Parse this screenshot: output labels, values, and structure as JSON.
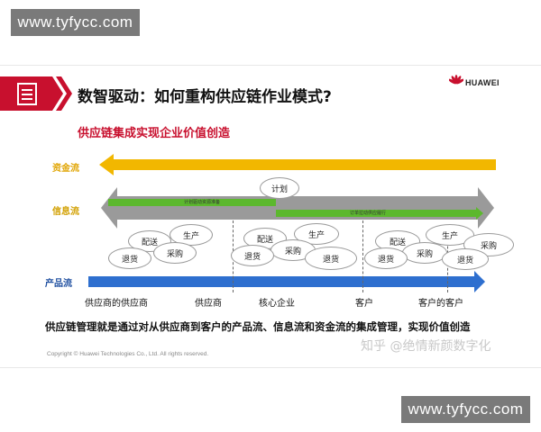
{
  "watermark": {
    "top": "www.tyfycc.com",
    "bottom": "www.tyfycc.com"
  },
  "slide": {
    "title": "数智驱动：如何重构供应链作业模式?",
    "subtitle": "供应链集成实现企业价值创造",
    "brand": "HUAWEI",
    "flows": {
      "capital": "资金流",
      "info": "信息流",
      "product": "产品流"
    },
    "info_bar_labels": {
      "left": "计划驱动资源准备",
      "right": "订单拉动供应履行"
    },
    "plan_bubble": "计划",
    "clusters": [
      {
        "delivery": "配送",
        "production": "生产",
        "purchase": "采购",
        "returns": "退货"
      },
      {
        "delivery": "配送",
        "production": "生产",
        "purchase": "采购",
        "returns": "退货"
      },
      {
        "delivery": "配送",
        "production": "生产",
        "purchase": "采购",
        "returns": "退货"
      }
    ],
    "extra_bubbles": {
      "purchase": "采购",
      "returns": "退货"
    },
    "entities": [
      "供应商的供应商",
      "供应商",
      "核心企业",
      "客户",
      "客户的客户"
    ],
    "caption": "供应链管理就是通过对从供应商到客户的产品流、信息流和资金流的集成管理，实现价值创造",
    "copyright": "Copyright © Huawei Technologies Co., Ltd. All rights reserved.",
    "author": "知乎 @绝情新颜数字化"
  },
  "colors": {
    "accent_red": "#c8102e",
    "capital_flow": "#f2b700",
    "info_flow_gray": "#9a9a9a",
    "info_flow_green": "#5cb82e",
    "product_flow": "#2e6fcf"
  }
}
